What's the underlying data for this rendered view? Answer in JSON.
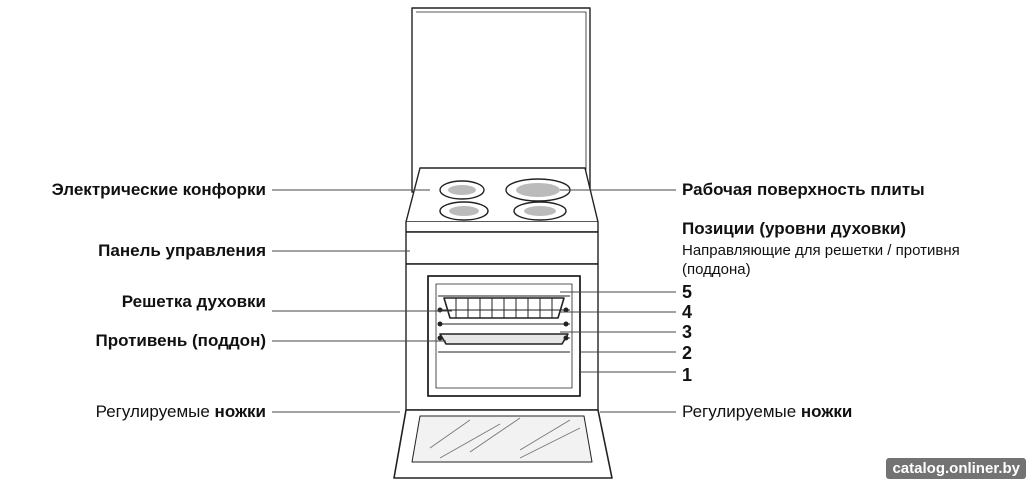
{
  "labels": {
    "burners": "Электрические конфорки",
    "control_panel": "Панель управления",
    "oven_rack": "Решетка духовки",
    "tray": "Противень (поддон)",
    "legs_left_normal": "Регулируемые ",
    "legs_left_bold": "ножки",
    "hob_surface": "Рабочая поверхность плиты",
    "positions_title": "Позиции (уровни духовки)",
    "guides_line1": "Направляющие  для решетки / противня",
    "guides_line2": "(поддона)",
    "legs_right_normal": "Регулируемые ",
    "legs_right_bold": "ножки"
  },
  "levels": [
    "5",
    "4",
    "3",
    "2",
    "1"
  ],
  "watermark": "catalog.onliner.by"
}
